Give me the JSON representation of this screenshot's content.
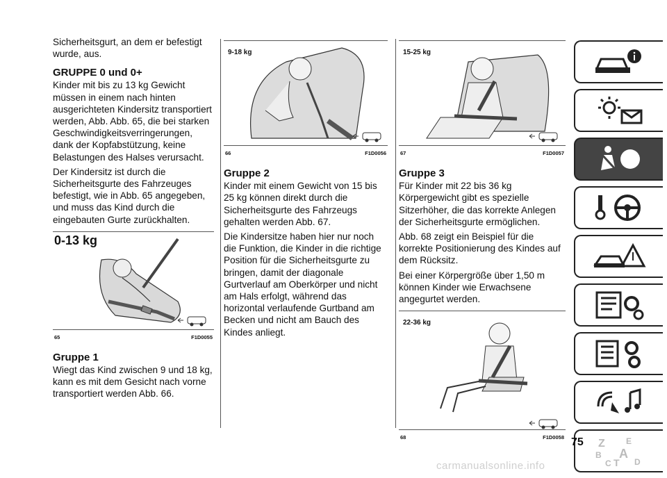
{
  "col1": {
    "intro": "Sicherheitsgurt, an dem er befestigt wurde, aus.",
    "h_group0": "GRUPPE 0 und 0+",
    "p_group0_1": "Kinder mit bis zu 13 kg Gewicht müssen in einem nach hinten ausgerichteten Kindersitz transportiert werden, Abb. Abb. 65, die bei starken Geschwindigkeitsverringerungen, dank der Kopfabstützung, keine Belastungen des Halses verursacht.",
    "p_group0_2": "Der Kindersitz ist durch die Sicherheitsgurte des Fahrzeuges befestigt, wie in Abb. 65 angegeben, und muss das Kind durch die eingebauten Gurte zurückhalten.",
    "fig65": {
      "caption": "0-13 kg",
      "num": "65",
      "code": "F1D0055"
    },
    "h_group1": "Gruppe 1",
    "p_group1": "Wiegt das Kind zwischen 9 und 18 kg, kann es mit dem Gesicht nach vorne transportiert werden Abb. 66."
  },
  "col2": {
    "fig66": {
      "caption": "9-18 kg",
      "num": "66",
      "code": "F1D0056"
    },
    "h_group2": "Gruppe 2",
    "p_group2_1": "Kinder mit einem Gewicht von 15 bis 25 kg können direkt durch die Sicherheitsgurte des Fahrzeugs gehalten werden Abb. 67.",
    "p_group2_2": "Die Kindersitze haben hier nur noch die Funktion, die Kinder in die richtige Position für die Sicherheitsgurte zu bringen, damit der diagonale Gurtverlauf am Oberkörper und nicht am Hals erfolgt, während das horizontal verlaufende Gurtband am Becken und nicht am Bauch des Kindes anliegt."
  },
  "col3": {
    "fig67": {
      "caption": "15-25 kg",
      "num": "67",
      "code": "F1D0057"
    },
    "h_group3": "Gruppe 3",
    "p_group3_1": "Für Kinder mit 22 bis 36 kg Körpergewicht gibt es spezielle Sitzerhöher, die das korrekte Anlegen der Sicherheitsgurte ermöglichen.",
    "p_group3_2": "Abb. 68 zeigt ein Beispiel für die korrekte Positionierung des Kindes auf dem Rücksitz.",
    "p_group3_3": "Bei einer Körpergröße über 1,50 m können Kinder wie Erwachsene angegurtet werden.",
    "fig68": {
      "caption": "22-36 kg",
      "num": "68",
      "code": "F1D0058"
    }
  },
  "tabs": [
    {
      "icon": "car-info-icon",
      "active": false
    },
    {
      "icon": "warning-lights-icon",
      "active": false
    },
    {
      "icon": "airbag-safety-icon",
      "active": true
    },
    {
      "icon": "steering-key-icon",
      "active": false
    },
    {
      "icon": "emergency-icon",
      "active": false
    },
    {
      "icon": "maintenance-icon",
      "active": false
    },
    {
      "icon": "technical-data-icon",
      "active": false
    },
    {
      "icon": "multimedia-icon",
      "active": false
    },
    {
      "icon": "index-icon",
      "active": false
    }
  ],
  "index_letters": {
    "z": "Z",
    "e": "E",
    "b": "B",
    "a": "A",
    "c": "C",
    "t": "T",
    "d": "D"
  },
  "page_number": "75",
  "watermark": "carmanualsonline.info"
}
